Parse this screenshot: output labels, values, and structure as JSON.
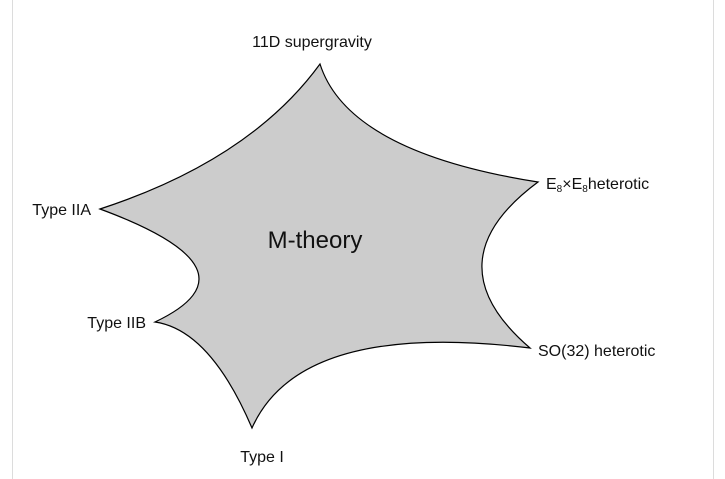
{
  "diagram": {
    "center_label": "M-theory",
    "labels": {
      "top": "11D supergravity",
      "e8_base": "E",
      "e8_sub": "8",
      "e8_times": "×",
      "e8_sub2": "8",
      "e8_suffix": "heterotic",
      "so32": "SO(32) heterotic",
      "type_i": "Type I",
      "type_iib": "Type IIB",
      "type_iia": "Type IIA"
    },
    "colors": {
      "fill": "#cccccc",
      "stroke": "#000000",
      "frame": "#dcdcdc"
    }
  }
}
